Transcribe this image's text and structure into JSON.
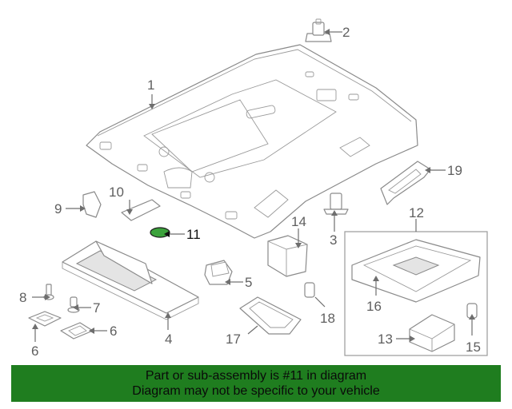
{
  "diagram": {
    "highlighted_part": "11",
    "highlight_color": "#3ca23c",
    "callouts": [
      "1",
      "2",
      "3",
      "4",
      "5",
      "6",
      "6",
      "7",
      "8",
      "9",
      "10",
      "11",
      "12",
      "13",
      "14",
      "15",
      "16",
      "17",
      "18",
      "19"
    ]
  },
  "banner": {
    "line1": "Part or sub-assembly is #11 in diagram",
    "line2": "Diagram may not be specific to your vehicle",
    "background": "#1f7d1f"
  }
}
